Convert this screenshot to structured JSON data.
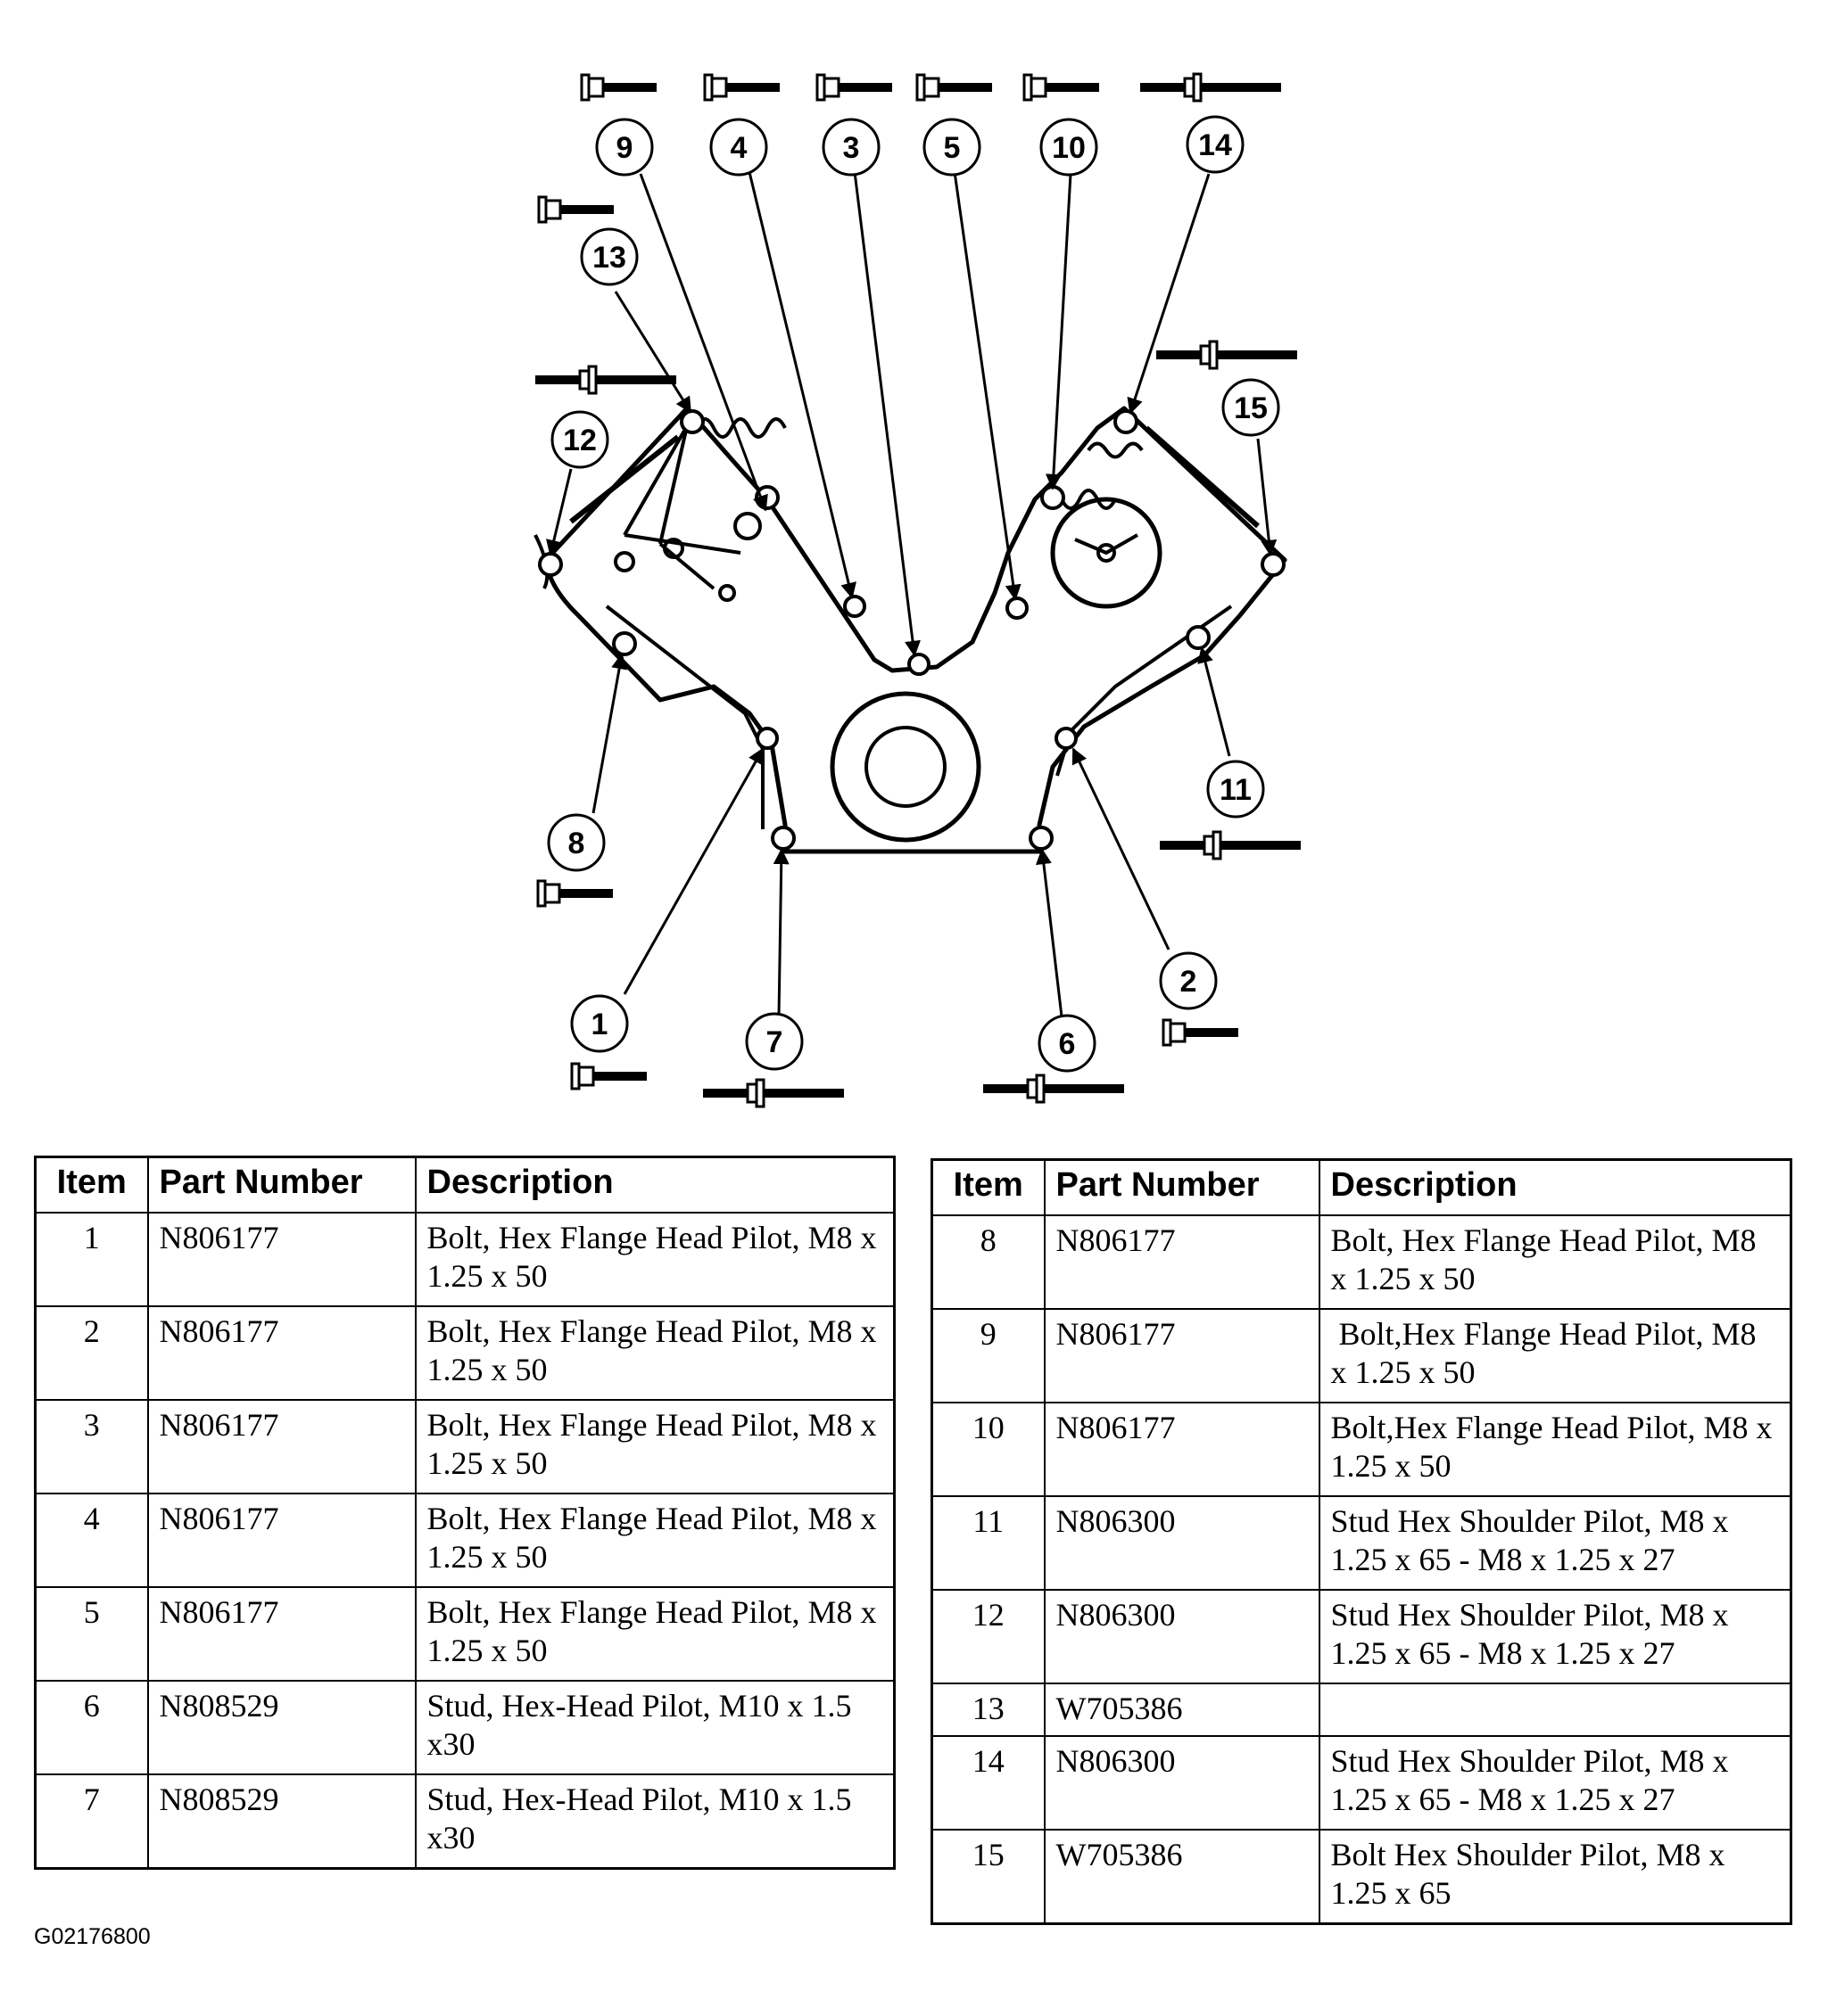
{
  "callouts": [
    "9",
    "4",
    "3",
    "5",
    "10",
    "14",
    "13",
    "12",
    "15",
    "8",
    "11",
    "1",
    "7",
    "6",
    "2"
  ],
  "tables": {
    "left": {
      "headers": [
        "Item",
        "Part Number",
        "Description"
      ],
      "rows": [
        {
          "item": "1",
          "part": "N806177",
          "desc": "Bolt, Hex Flange Head Pilot, M8 x 1.25 x 50"
        },
        {
          "item": "2",
          "part": "N806177",
          "desc": "Bolt, Hex Flange Head Pilot, M8 x 1.25 x 50"
        },
        {
          "item": "3",
          "part": "N806177",
          "desc": "Bolt, Hex Flange Head Pilot, M8 x 1.25 x 50"
        },
        {
          "item": "4",
          "part": "N806177",
          "desc": "Bolt, Hex Flange Head Pilot, M8 x 1.25 x 50"
        },
        {
          "item": "5",
          "part": "N806177",
          "desc": "Bolt, Hex Flange Head Pilot, M8 x 1.25 x 50"
        },
        {
          "item": "6",
          "part": "N808529",
          "desc": "Stud, Hex-Head Pilot, M10 x 1.5 x30"
        },
        {
          "item": "7",
          "part": "N808529",
          "desc": "Stud, Hex-Head Pilot, M10 x 1.5 x30"
        }
      ]
    },
    "right": {
      "headers": [
        "Item",
        "Part Number",
        "Description"
      ],
      "rows": [
        {
          "item": "8",
          "part": "N806177",
          "desc": "Bolt, Hex Flange Head Pilot, M8 x 1.25 x 50"
        },
        {
          "item": "9",
          "part": "N806177",
          "desc": " Bolt,Hex Flange Head Pilot, M8 x 1.25 x 50"
        },
        {
          "item": "10",
          "part": "N806177",
          "desc": "Bolt,Hex Flange Head Pilot, M8 x 1.25 x 50"
        },
        {
          "item": "11",
          "part": "N806300",
          "desc": "Stud Hex Shoulder Pilot, M8 x 1.25 x 65 - M8 x 1.25 x 27"
        },
        {
          "item": "12",
          "part": "N806300",
          "desc": "Stud Hex Shoulder Pilot, M8 x 1.25 x 65 - M8 x 1.25 x 27"
        },
        {
          "item": "13",
          "part": "W705386",
          "desc": ""
        },
        {
          "item": "14",
          "part": "N806300",
          "desc": "Stud Hex Shoulder Pilot, M8 x 1.25 x 65 - M8 x 1.25 x 27"
        },
        {
          "item": "15",
          "part": "W705386",
          "desc": "Bolt Hex Shoulder Pilot, M8 x 1.25 x 65"
        }
      ]
    }
  },
  "footer": {
    "code": "G02176800"
  }
}
